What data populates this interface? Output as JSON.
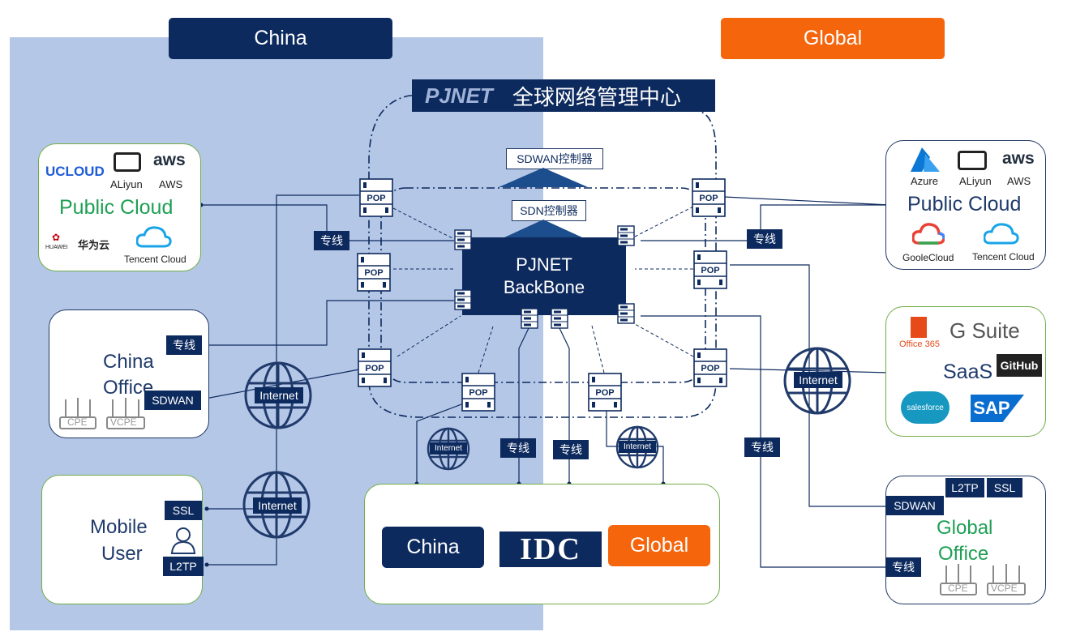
{
  "regions": {
    "china": "China",
    "global": "Global"
  },
  "center": {
    "logo": "PJNET",
    "title": "全球网络管理中心",
    "sdwan_controller": "SDWAN控制器",
    "sdn_controller": "SDN控制器",
    "backbone_line1": "PJNET",
    "backbone_line2": "BackBone",
    "pop_label": "POP"
  },
  "china_cloud": {
    "title": "Public Cloud",
    "logos": [
      "UCLOUD",
      "ALiyun",
      "aws",
      "AWS",
      "HUAWEI",
      "华为云",
      "Tencent Cloud"
    ]
  },
  "global_cloud": {
    "title": "Public Cloud",
    "logos": [
      "Azure",
      "ALiyun",
      "aws",
      "AWS",
      "GooleCloud",
      "Tencent Cloud"
    ]
  },
  "saas": {
    "title": "SaaS",
    "logos": [
      "Office 365",
      "G Suite",
      "GitHub",
      "salesforce",
      "SAP"
    ]
  },
  "china_office": {
    "title_line1": "China",
    "title_line2": "Office",
    "devices": [
      "CPE",
      "VCPE"
    ]
  },
  "mobile_user": {
    "title_line1": "Mobile",
    "title_line2": "User"
  },
  "global_office": {
    "title_line1": "Global",
    "title_line2": "Office",
    "devices": [
      "CPE",
      "VCPE"
    ]
  },
  "idc": {
    "china": "China",
    "logo": "IDC",
    "global": "Global"
  },
  "tags": {
    "leased_line": "专线",
    "sdwan": "SDWAN",
    "ssl": "SSL",
    "l2tp": "L2TP",
    "internet": "Internet"
  },
  "colors": {
    "navy": "#0d2a5e",
    "orange": "#f4650c",
    "china_bg": "#b4c7e7",
    "green": "#1e9f54"
  }
}
